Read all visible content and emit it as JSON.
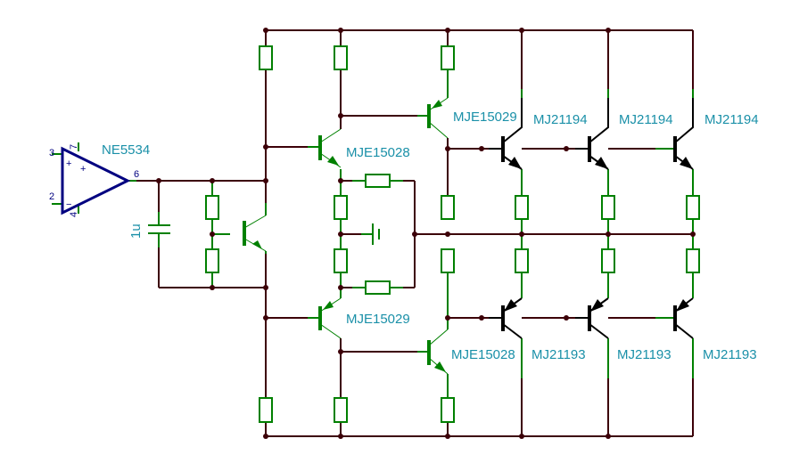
{
  "colors": {
    "wire": "#3c0008",
    "component": "#008000",
    "output_transistor": "#000000",
    "opamp": "#000080",
    "label": "#1a90a8"
  },
  "opamp": {
    "name": "NE5534",
    "pin_noninv": "3",
    "pin_inv": "2",
    "pin_vplus": "7",
    "pin_vminus": "4",
    "pin_out": "6",
    "plus_sign": "+",
    "minus_sign": "−"
  },
  "capacitor": {
    "value": "1u"
  },
  "labels": {
    "driver_npn_top": "MJE15028",
    "predriver_pnp_top": "MJE15029",
    "driver_pnp_bottom": "MJE15029",
    "predriver_npn_bottom": "MJE15028",
    "output_top": [
      "MJ21194",
      "MJ21194",
      "MJ21194"
    ],
    "output_bottom": [
      "MJ21193",
      "MJ21193",
      "MJ21193"
    ]
  }
}
